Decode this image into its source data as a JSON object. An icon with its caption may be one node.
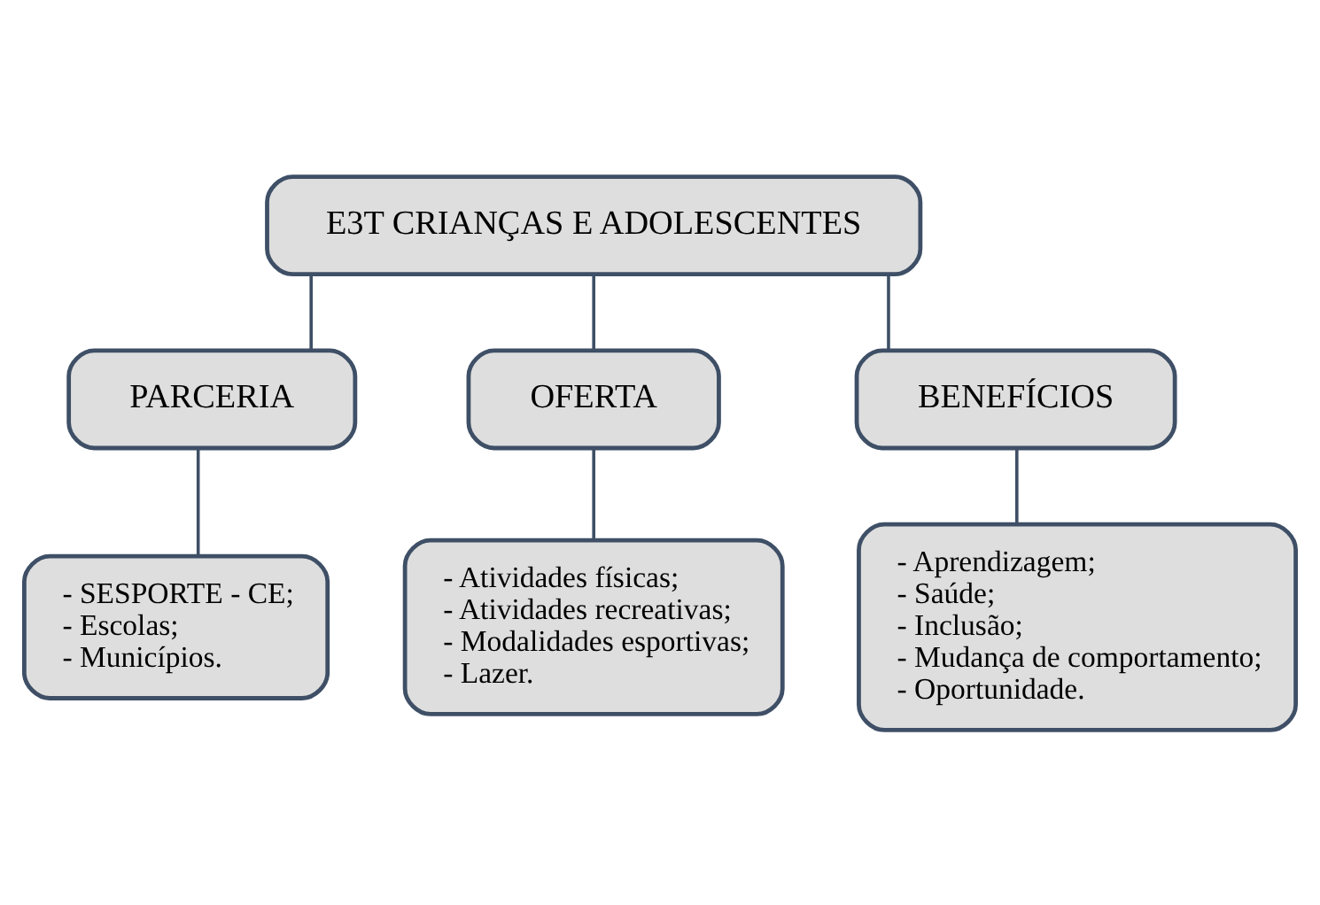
{
  "diagram": {
    "nodes": [
      {
        "text": [
          "E3T CRIANÇAS E ADOLESCENTES"
        ]
      },
      {
        "text": [
          "PARCERIA"
        ]
      },
      {
        "text": [
          "OFERTA"
        ]
      },
      {
        "text": [
          "BENEFÍCIOS"
        ]
      },
      {
        "text": [
          "- SESPORTE - CE;",
          "- Escolas;",
          "- Municípios."
        ]
      },
      {
        "text": [
          "- Atividades físicas;",
          "- Atividades recreativas;",
          "- Modalidades esportivas;",
          "- Lazer."
        ]
      },
      {
        "text": [
          "- Aprendizagem;",
          "- Saúde;",
          "- Inclusão;",
          "- Mudança de comportamento;",
          "- Oportunidade."
        ]
      }
    ],
    "edges": [
      {
        "from": 0,
        "to": 1,
        "arrow": "none"
      },
      {
        "from": 0,
        "to": 2,
        "arrow": "none"
      },
      {
        "from": 0,
        "to": 3,
        "arrow": "none"
      },
      {
        "from": 1,
        "to": 4,
        "arrow": "none"
      },
      {
        "from": 2,
        "to": 5,
        "arrow": "none"
      },
      {
        "from": 3,
        "to": 6,
        "arrow": "none"
      }
    ]
  }
}
